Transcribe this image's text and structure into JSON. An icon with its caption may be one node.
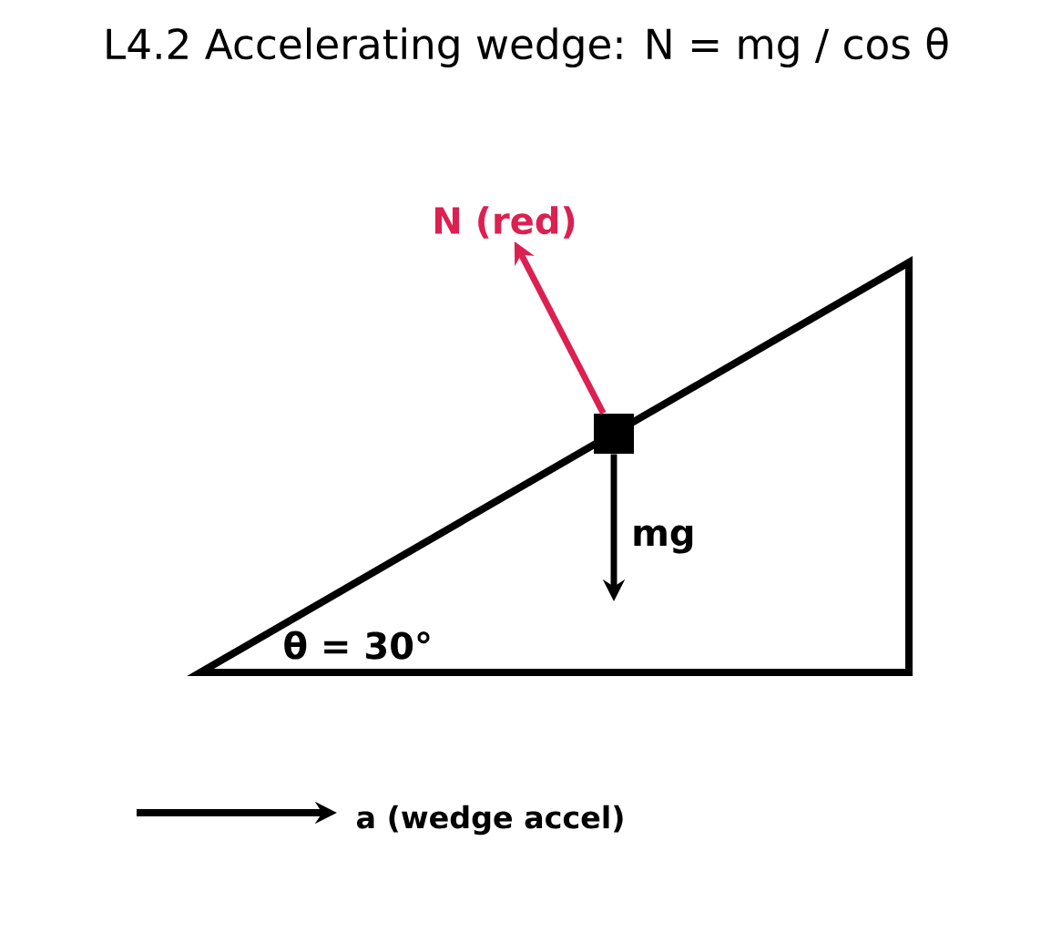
{
  "diagram": {
    "title": "L4.2  Accelerating wedge: N = mg / cos θ",
    "nodes": [
      {
        "text": [],
        "shape": "box"
      },
      {
        "text": [
          "N (red)"
        ]
      }
    ],
    "edges": [
      {
        "from": 0,
        "to": 1,
        "arrow": "to",
        "color": "#dc2050"
      },
      {
        "from": 0,
        "to": null,
        "arrow": "to",
        "label": "mg",
        "color": "#000000"
      }
    ],
    "labels": [
      "θ = 30°",
      "a  (wedge accel)"
    ]
  }
}
